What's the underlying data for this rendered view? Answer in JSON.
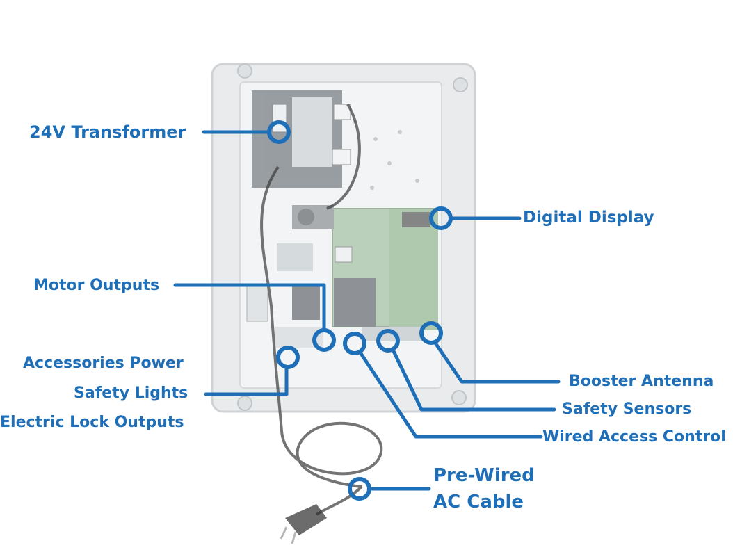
{
  "colors": {
    "accent": "#1f6fb8",
    "enclosure": "#dde1e4",
    "board": "#9fbe9a"
  },
  "labels": {
    "transformer": "24V Transformer",
    "digital_display": "Digital Display",
    "motor_outputs": "Motor Outputs",
    "accessories_power": "Accessories Power",
    "safety_lights": "Safety Lights",
    "electric_lock_outputs": "Electric Lock Outputs",
    "booster_antenna": "Booster Antenna",
    "safety_sensors": "Safety Sensors",
    "wired_access_control": "Wired Access Control",
    "ac_cable_line1": "Pre-Wired",
    "ac_cable_line2": "AC Cable"
  }
}
